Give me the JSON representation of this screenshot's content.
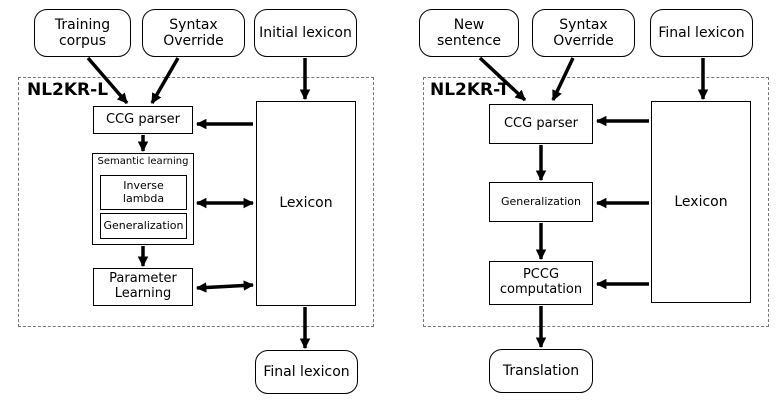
{
  "left": {
    "title": "NL2KR-L",
    "inputs": {
      "training_corpus": "Training corpus",
      "syntax_override": "Syntax Override",
      "initial_lexicon": "Initial lexicon"
    },
    "ccg_parser": "CCG parser",
    "semantic_learning": {
      "title": "Semantic learning",
      "inverse_lambda": "Inverse lambda",
      "generalization": "Generalization"
    },
    "parameter_learning": "Parameter Learning",
    "lexicon": "Lexicon",
    "output": "Final lexicon"
  },
  "right": {
    "title": "NL2KR-T",
    "inputs": {
      "new_sentence": "New sentence",
      "syntax_override": "Syntax Override",
      "final_lexicon": "Final lexicon"
    },
    "ccg_parser": "CCG parser",
    "generalization": "Generalization",
    "pccg_computation": "PCCG computation",
    "lexicon": "Lexicon",
    "output": "Translation"
  }
}
